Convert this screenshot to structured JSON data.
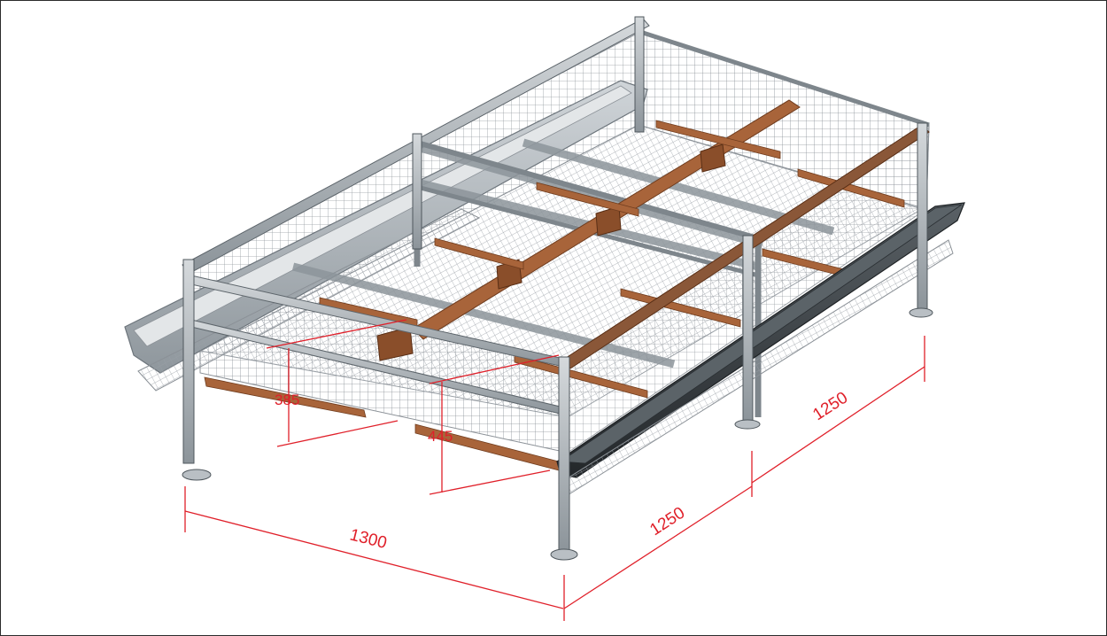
{
  "diagram": {
    "colors": {
      "dimension": "#e0202a",
      "steel": "#a9b0b6",
      "steel_dark": "#6d757c",
      "wood": "#a8643a",
      "wood_dark": "#7a4424",
      "trough_dark": "#2f3438",
      "mesh": "#8b9197"
    },
    "dimensions": {
      "width_front": "1300",
      "depth_front": "1250",
      "depth_back": "1250",
      "height_rear": "385",
      "height_front": "445"
    }
  }
}
